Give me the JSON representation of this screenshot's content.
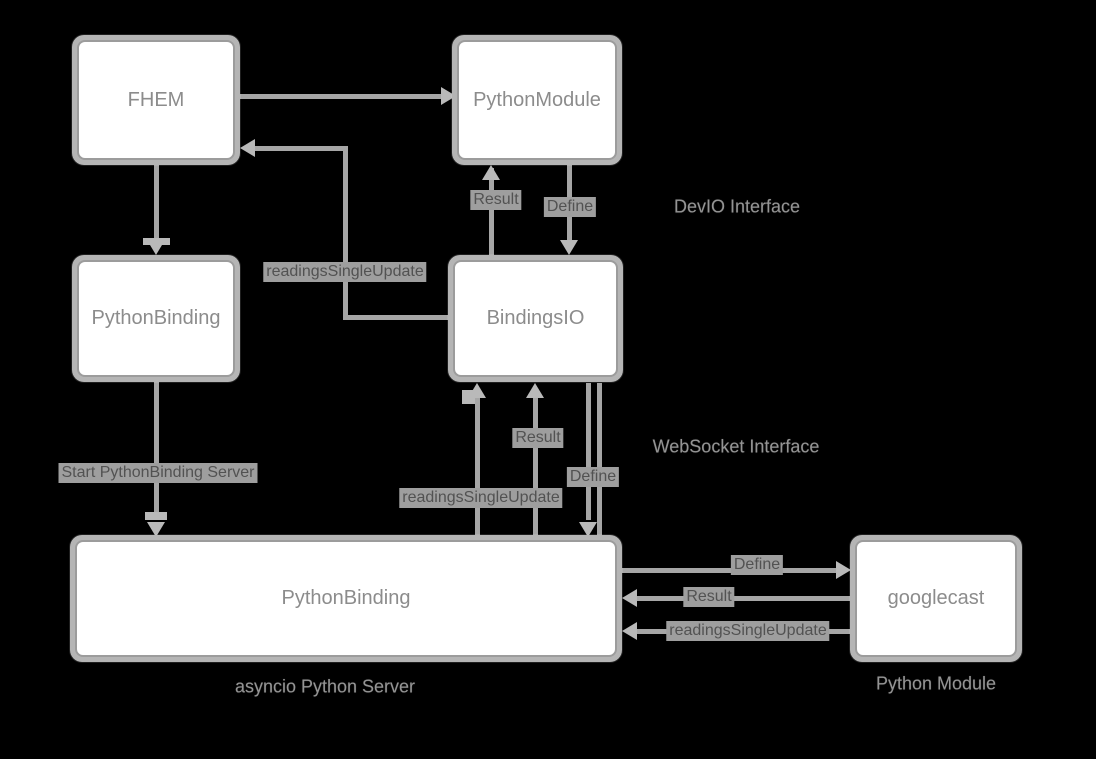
{
  "nodes": {
    "fhem": "FHEM",
    "python_module": "PythonModule",
    "python_binding_fhem": "PythonBinding",
    "bindings_io": "BindingsIO",
    "python_binding_server": "PythonBinding",
    "googlecast": "googlecast"
  },
  "edge_labels": {
    "result_top": "Result",
    "define_top": "Define",
    "readings_single_update_top": "readingsSingleUpdate",
    "start_server": "Start PythonBinding Server",
    "result_mid": "Result",
    "define_mid": "Define",
    "readings_single_update_mid": "readingsSingleUpdate",
    "define_right": "Define",
    "result_right": "Result",
    "readings_single_update_right": "readingsSingleUpdate"
  },
  "captions": {
    "devio_interface": "DevIO Interface",
    "websocket_interface": "WebSocket Interface",
    "asyncio_server": "asyncio Python Server",
    "python_module_caption": "Python Module"
  },
  "colors": {
    "background": "#000000",
    "node_border": "#b5b5b5",
    "node_inner_border": "#9c9c9c",
    "node_fill": "#ffffff",
    "node_text": "#8c8c8c",
    "line": "#a6a6a6",
    "arrow": "#b9b9b9",
    "edge_label_bg": "#9e9e9e",
    "edge_label_text": "#525252",
    "caption_text": "#949494"
  }
}
